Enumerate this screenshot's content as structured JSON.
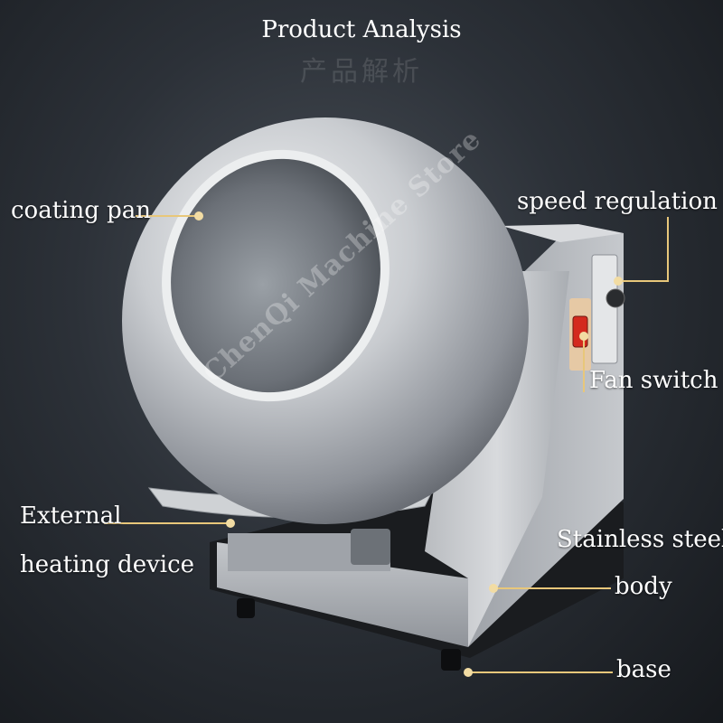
{
  "header": {
    "title": "Product Analysis",
    "subtitle": "产品解析"
  },
  "watermark": "ChenQi Machine Store",
  "callouts": {
    "coating_pan": "coating pan",
    "speed_regulation": "speed regulation",
    "fan_switch": "Fan switch",
    "external_line1": "External",
    "external_line2": "heating device",
    "stainless_line1": "Stainless steel",
    "stainless_line2": "body",
    "base": "base"
  },
  "colors": {
    "leader": "#e8c77a",
    "background": "#2c3138",
    "switch": "#d42a1e"
  }
}
